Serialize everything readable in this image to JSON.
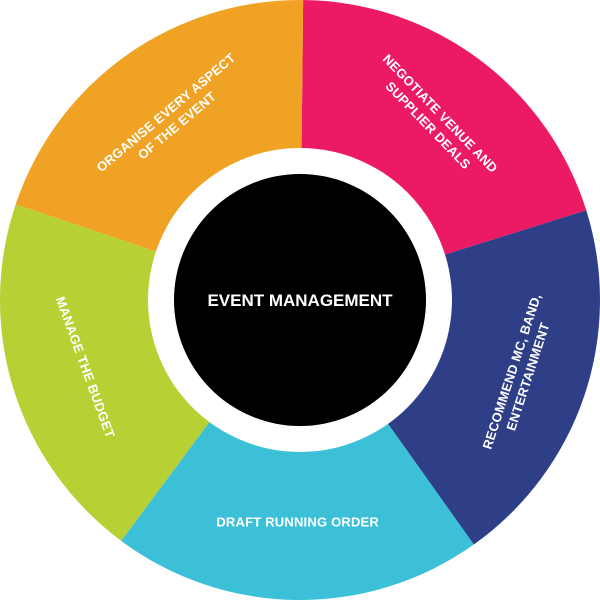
{
  "center": {
    "label": "EVENT MANAGEMENT",
    "color": "#000000"
  },
  "segments": [
    {
      "lines": [
        "NEGOTIATE VENUE AND",
        "SUPPLIER DEALS"
      ],
      "color": "#ec1a64"
    },
    {
      "lines": [
        "RECOMMEND MC, BAND,",
        "ENTERTAINMENT"
      ],
      "color": "#2e3e87"
    },
    {
      "lines": [
        "DRAFT RUNNING ORDER"
      ],
      "color": "#3cc0d8"
    },
    {
      "lines": [
        "MANAGE THE BUDGET"
      ],
      "color": "#b7d134"
    },
    {
      "lines": [
        "ORGANISE EVERY ASPECT",
        "OF THE EVENT"
      ],
      "color": "#f0a224"
    }
  ]
}
